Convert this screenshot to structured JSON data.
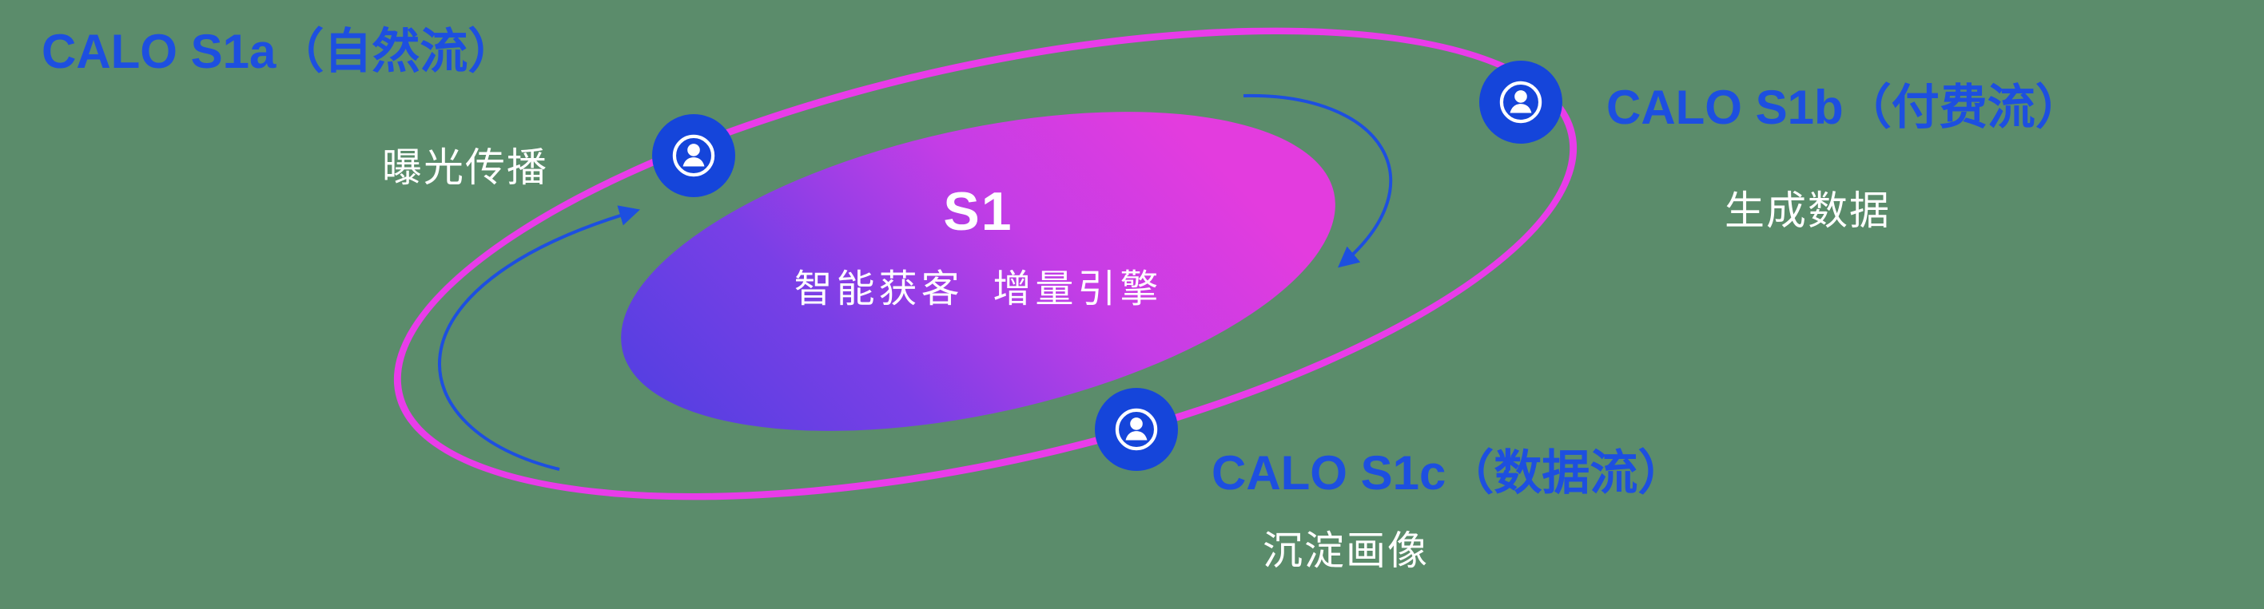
{
  "background": {
    "color": "#5b8c6b"
  },
  "colors": {
    "accent_blue": "#1d4fe0",
    "orbit_ring_magenta": "#e93ce9",
    "core_gradient_start": "#4a3fe0",
    "core_gradient_end": "#e33cde",
    "node_fill_blue": "#1545da",
    "label_white": "#ffffff"
  },
  "core": {
    "title": "S1",
    "subtitle": "智能获客  增量引擎"
  },
  "nodes": [
    {
      "id": "s1a",
      "title": "CALO S1a（自然流）",
      "subtitle": "曝光传播",
      "icon": "person-circle-icon"
    },
    {
      "id": "s1b",
      "title": "CALO S1b（付费流）",
      "subtitle": "生成数据",
      "icon": "person-circle-icon"
    },
    {
      "id": "s1c",
      "title": "CALO S1c（数据流）",
      "subtitle": "沉淀画像",
      "icon": "person-circle-icon"
    }
  ],
  "arrows": [
    {
      "id": "left-flow",
      "direction": "up-toward-s1a"
    },
    {
      "id": "right-flow",
      "direction": "down-from-s1b"
    }
  ]
}
